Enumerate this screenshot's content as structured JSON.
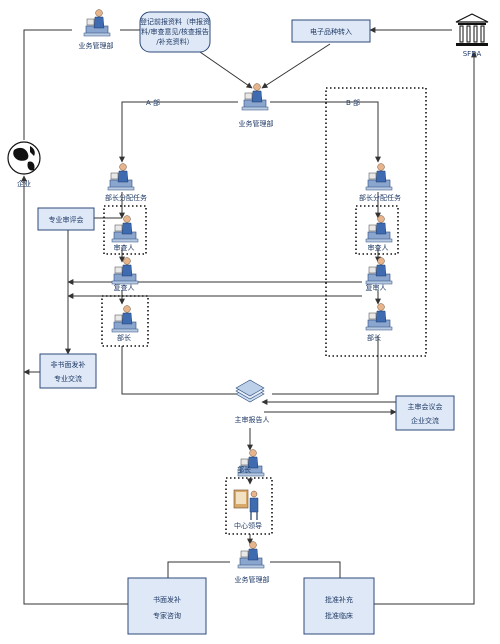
{
  "labels": {
    "ops_top": "业务管理部",
    "ops_center": "业务管理部",
    "ops_bottom": "业务管理部",
    "register_box": [
      "登记前报资料（申报资",
      "料/审查意见/核查报告",
      "/补充资料）"
    ],
    "electronic_transfer": "电子品种转入",
    "sfda": "SFDA",
    "enterprise": "企业",
    "branch_a": "A 部",
    "branch_b": "B 部",
    "minister_task_a": "部长分配任务",
    "minister_task_b": "部长分配任务",
    "reviewer_a": "审查人",
    "reviewer_b": "审查人",
    "reviewer2_a": "复查人",
    "reviewer2_b": "复审人",
    "minister_a": "部长",
    "minister_b": "部长",
    "expert_review": "专业审评会",
    "nonform_supplement": [
      "非书面发补",
      "专业交流"
    ],
    "chief_reviewer": "主审报告人",
    "chief_meeting": [
      "主审会议会",
      "企业交流"
    ],
    "minister_c": "部长",
    "center_leader": "中心领导",
    "written_supplement": [
      "书面发补",
      "专家咨询"
    ],
    "approval": [
      "批准补充",
      "批准临床"
    ]
  },
  "colors": {
    "box_fill": "#dfe8f6",
    "box_stroke": "#2c4a7a",
    "text": "#1f3a66"
  },
  "icons": {
    "person": "person-at-desk-icon",
    "globe": "globe-icon",
    "building": "government-building-icon",
    "document": "document-stack-icon",
    "presenter": "presenter-board-icon"
  }
}
